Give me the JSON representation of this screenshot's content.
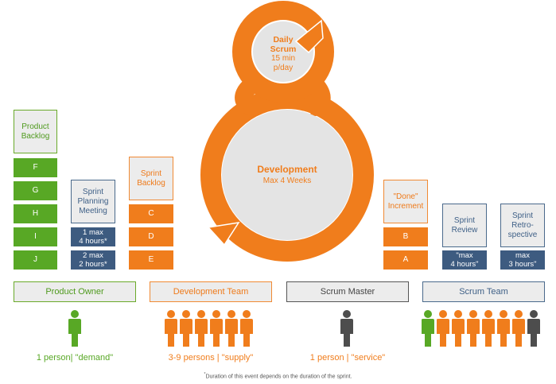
{
  "colors": {
    "green": "#58a825",
    "orange": "#f07d1c",
    "blue": "#3d5b80",
    "dark_gray": "#4d4d4d",
    "light_gray": "#ececec"
  },
  "daily_scrum": {
    "title": "Daily\nScrum",
    "detail": "15 min\np/day"
  },
  "development": {
    "title": "Development",
    "detail": "Max 4 Weeks"
  },
  "product_backlog": {
    "label": "Product\nBacklog",
    "items": [
      "F",
      "G",
      "H",
      "I",
      "J"
    ]
  },
  "sprint_planning": {
    "label": "Sprint\nPlanning\nMeeting",
    "items": [
      "1 max\n4 hours*",
      "2 max\n2 hours*"
    ]
  },
  "sprint_backlog": {
    "label": "Sprint\nBacklog",
    "items": [
      "C",
      "D",
      "E"
    ]
  },
  "done_increment": {
    "label": "\"Done\"\nIncrement",
    "items": [
      "B",
      "A"
    ]
  },
  "sprint_review": {
    "label": "Sprint\nReview",
    "item": "\"max\n4 hours\""
  },
  "sprint_retro": {
    "label": "Sprint\nRetro-\nspective",
    "item": "max\n3 hours\""
  },
  "roles": [
    {
      "name": "Product Owner",
      "caption": "1 person| \"demand\"",
      "color": "#58a825"
    },
    {
      "name": "Development Team",
      "caption": "3-9 persons | \"supply\"",
      "color": "#f07d1c"
    },
    {
      "name": "Scrum Master",
      "caption": "1 person | \"service\"",
      "color": "#4d4d4d"
    },
    {
      "name": "Scrum Team",
      "caption": "",
      "color": "#3d5b80"
    }
  ],
  "footnote": {
    "mark": "*",
    "text": "Duration of this event depends on the duration of the sprint."
  }
}
